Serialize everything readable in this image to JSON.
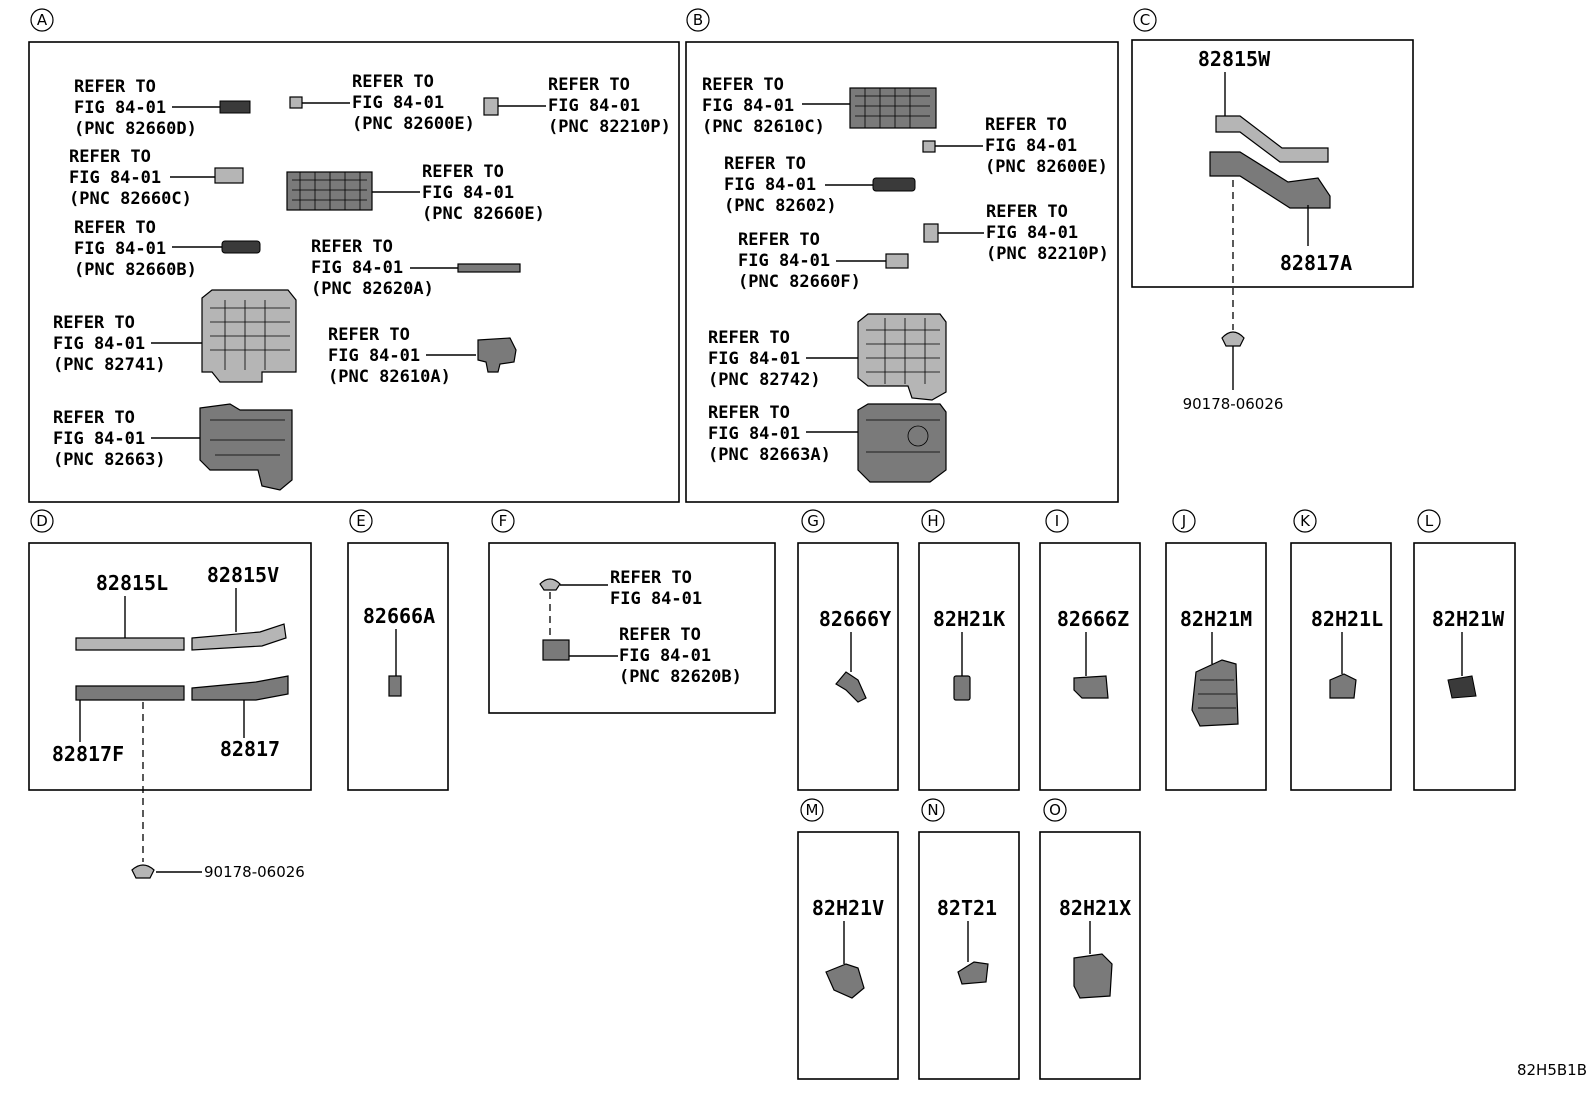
{
  "figure_code": "82H5B1B",
  "sections": {
    "A": {
      "label": "A",
      "refs": [
        {
          "line1": "REFER TO",
          "line2": "FIG 84-01",
          "line3": "(PNC 82660D)"
        },
        {
          "line1": "REFER TO",
          "line2": "FIG 84-01",
          "line3": "(PNC 82600E)"
        },
        {
          "line1": "REFER TO",
          "line2": "FIG 84-01",
          "line3": "(PNC 82210P)"
        },
        {
          "line1": "REFER TO",
          "line2": "FIG 84-01",
          "line3": "(PNC 82660C)"
        },
        {
          "line1": "REFER TO",
          "line2": "FIG 84-01",
          "line3": "(PNC 82660E)"
        },
        {
          "line1": "REFER TO",
          "line2": "FIG 84-01",
          "line3": "(PNC 82660B)"
        },
        {
          "line1": "REFER TO",
          "line2": "FIG 84-01",
          "line3": "(PNC 82620A)"
        },
        {
          "line1": "REFER TO",
          "line2": "FIG 84-01",
          "line3": "(PNC 82741)"
        },
        {
          "line1": "REFER TO",
          "line2": "FIG 84-01",
          "line3": "(PNC 82610A)"
        },
        {
          "line1": "REFER TO",
          "line2": "FIG 84-01",
          "line3": "(PNC 82663)"
        }
      ]
    },
    "B": {
      "label": "B",
      "refs": [
        {
          "line1": "REFER TO",
          "line2": "FIG 84-01",
          "line3": "(PNC 82610C)"
        },
        {
          "line1": "REFER TO",
          "line2": "FIG 84-01",
          "line3": "(PNC 82600E)"
        },
        {
          "line1": "REFER TO",
          "line2": "FIG 84-01",
          "line3": "(PNC 82602)"
        },
        {
          "line1": "REFER TO",
          "line2": "FIG 84-01",
          "line3": "(PNC 82210P)"
        },
        {
          "line1": "REFER TO",
          "line2": "FIG 84-01",
          "line3": "(PNC 82660F)"
        },
        {
          "line1": "REFER TO",
          "line2": "FIG 84-01",
          "line3": "(PNC 82742)"
        },
        {
          "line1": "REFER TO",
          "line2": "FIG 84-01",
          "line3": "(PNC 82663A)"
        }
      ]
    },
    "C": {
      "label": "C",
      "upper": "82815W",
      "lower": "82817A",
      "clip": "90178-06026"
    },
    "D": {
      "label": "D",
      "upper_left": "82815L",
      "upper_right": "82815V",
      "lower_left": "82817F",
      "lower_right": "82817",
      "clip": "90178-06026"
    },
    "E": {
      "label": "E",
      "part": "82666A"
    },
    "F": {
      "label": "F",
      "ref1": {
        "line1": "REFER TO",
        "line2": "FIG 84-01"
      },
      "ref2": {
        "line1": "REFER TO",
        "line2": "FIG 84-01",
        "line3": "(PNC 82620B)"
      }
    },
    "G": {
      "label": "G",
      "part": "82666Y"
    },
    "H": {
      "label": "H",
      "part": "82H21K"
    },
    "I": {
      "label": "I",
      "part": "82666Z"
    },
    "J": {
      "label": "J",
      "part": "82H21M"
    },
    "K": {
      "label": "K",
      "part": "82H21L"
    },
    "L": {
      "label": "L",
      "part": "82H21W"
    },
    "M": {
      "label": "M",
      "part": "82H21V"
    },
    "N": {
      "label": "N",
      "part": "82T21"
    },
    "O": {
      "label": "O",
      "part": "82H21X"
    }
  }
}
